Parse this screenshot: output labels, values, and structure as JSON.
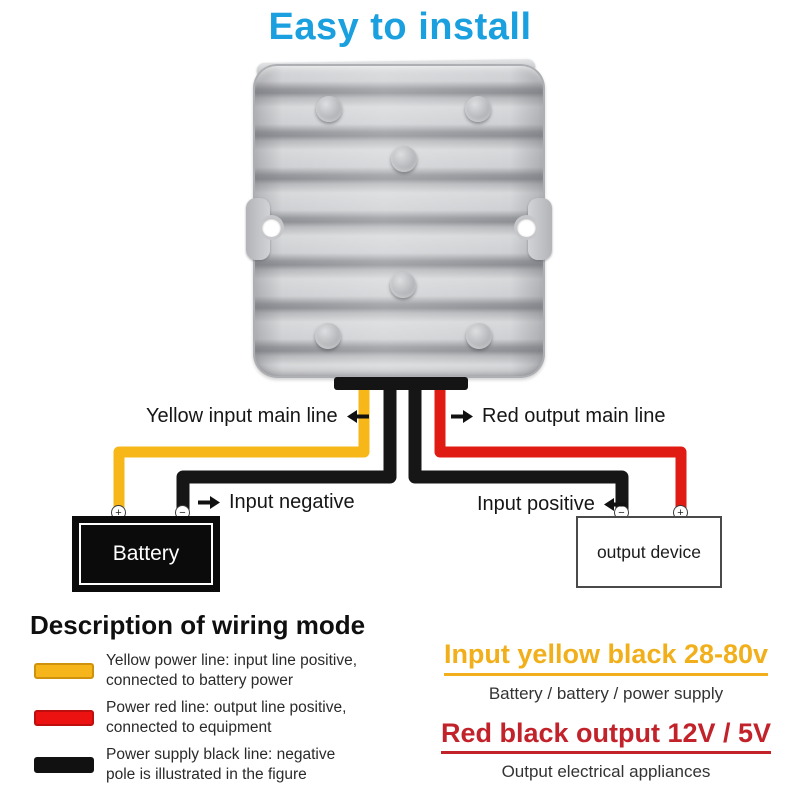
{
  "title": "Easy to install",
  "diagram": {
    "labels": {
      "yellow_line": "Yellow input main line",
      "red_line": "Red output main line",
      "input_negative": "Input negative",
      "input_positive": "Input positive"
    },
    "battery": {
      "label": "Battery",
      "positive_sign": "+",
      "negative_sign": "−"
    },
    "output_device": {
      "label": "output device",
      "positive_sign": "+",
      "negative_sign": "−"
    }
  },
  "description": {
    "heading": "Description of wiring mode",
    "items": [
      {
        "name": "yellow-power-line",
        "color": "#F6B51A",
        "text": "Yellow power line: input line positive,\nconnected to battery power"
      },
      {
        "name": "power-red-line",
        "color": "#EC1212",
        "text": "Power red line: output line positive,\nconnected to equipment"
      },
      {
        "name": "power-supply-black-line",
        "color": "#111111",
        "text": "Power supply black line: negative\npole is illustrated in the figure"
      }
    ]
  },
  "specs": {
    "input_heading": "Input yellow black 28-80v",
    "input_sub": "Battery / battery / power supply",
    "output_heading": "Red black output 12V / 5V",
    "output_sub": "Output electrical appliances"
  },
  "colors": {
    "title": "#1BA0DF",
    "yellow_wire": "#F7B718",
    "red_wire": "#E01B13",
    "black_wire": "#161616",
    "input_heading": "#F1AF1B",
    "output_heading": "#C2222A"
  }
}
